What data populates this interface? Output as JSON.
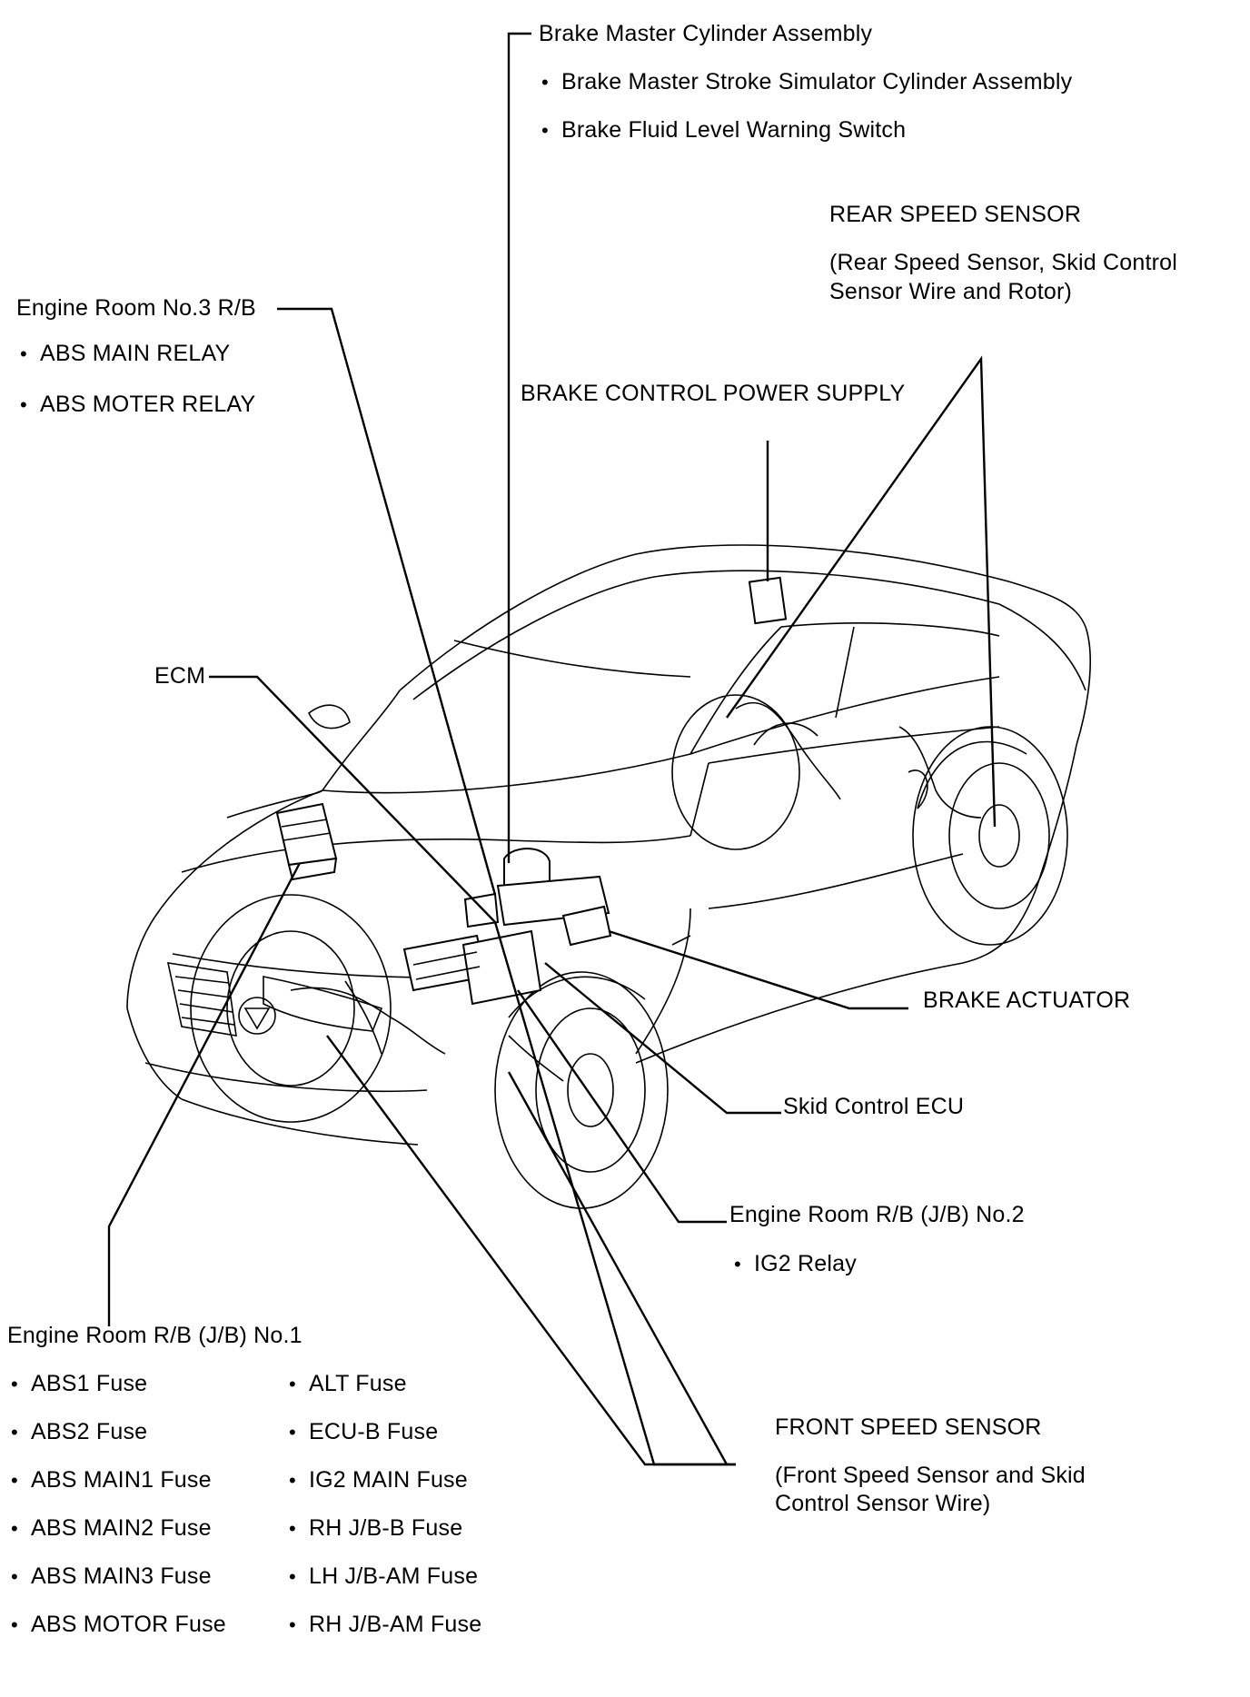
{
  "labels": {
    "master_cyl": {
      "title": "Brake Master Cylinder Assembly",
      "items": [
        "Brake Master Stroke Simulator Cylinder Assembly",
        "Brake Fluid Level Warning Switch"
      ]
    },
    "rear_speed": {
      "title": "REAR SPEED SENSOR",
      "line1": "(Rear Speed Sensor, Skid Control",
      "line2": "Sensor Wire and Rotor)"
    },
    "er3": {
      "title": "Engine Room No.3 R/B",
      "items": [
        "ABS MAIN RELAY",
        "ABS MOTER RELAY"
      ]
    },
    "power_supply": {
      "title": "BRAKE CONTROL POWER SUPPLY"
    },
    "ecm": {
      "title": "ECM"
    },
    "actuator": {
      "title": "BRAKE ACTUATOR"
    },
    "skid_ecu": {
      "title": "Skid Control ECU"
    },
    "er2": {
      "title": "Engine Room R/B (J/B) No.2",
      "items": [
        "IG2 Relay"
      ]
    },
    "er1": {
      "title": "Engine Room R/B (J/B) No.1",
      "col1": [
        "ABS1 Fuse",
        "ABS2 Fuse",
        "ABS MAIN1 Fuse",
        "ABS MAIN2 Fuse",
        "ABS MAIN3 Fuse",
        "ABS MOTOR Fuse"
      ],
      "col2": [
        "ALT Fuse",
        "ECU-B Fuse",
        "IG2 MAIN Fuse",
        "RH J/B-B Fuse",
        "LH J/B-AM Fuse",
        "RH J/B-AM Fuse"
      ]
    },
    "front_speed": {
      "title": "FRONT SPEED SENSOR",
      "line1": "(Front Speed Sensor and Skid",
      "line2": "Control Sensor Wire)"
    }
  },
  "bullet": "•"
}
